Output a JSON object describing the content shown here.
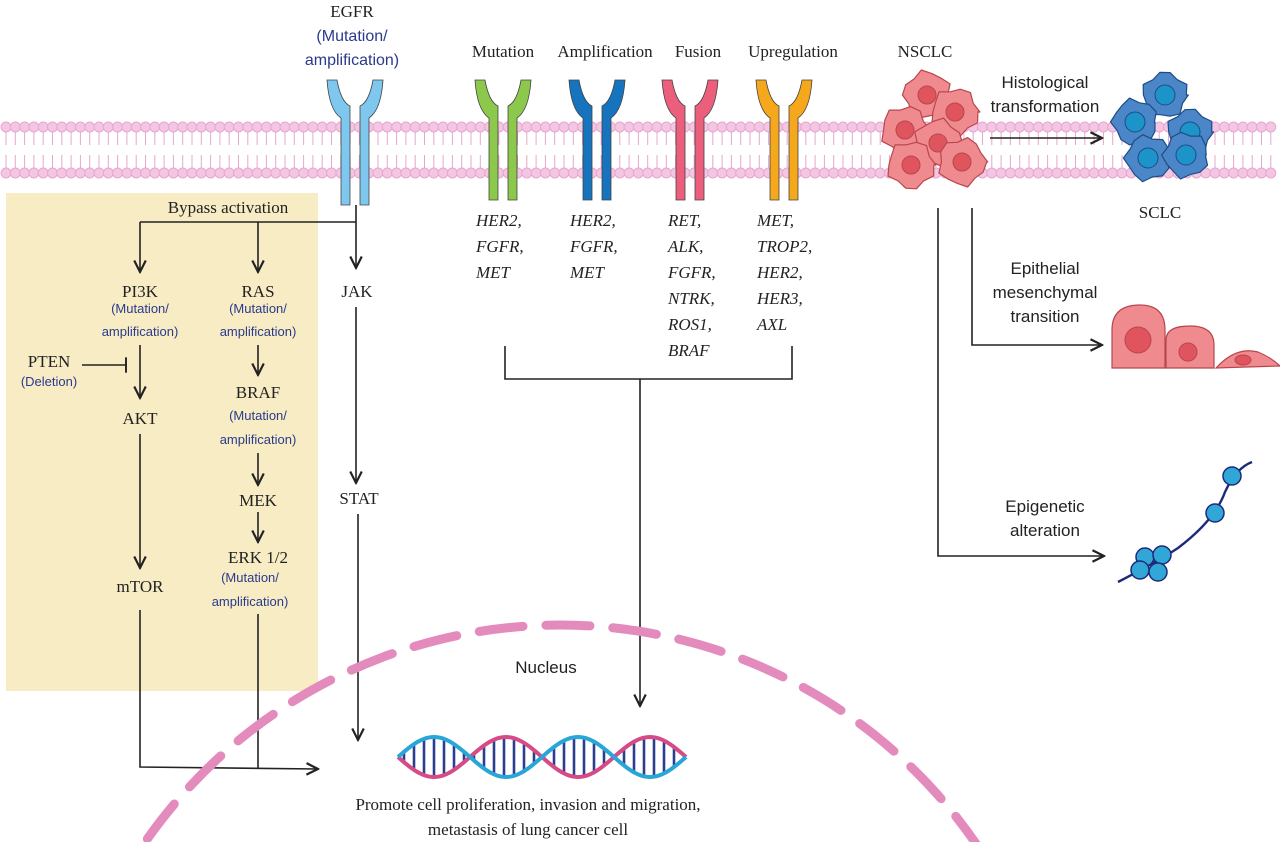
{
  "egfr": {
    "label": "EGFR",
    "note_line1": "(Mutation/",
    "note_line2": "amplification)"
  },
  "receptor_headers": [
    "Mutation",
    "Amplification",
    "Fusion",
    "Upregulation"
  ],
  "receptor_genes": {
    "mutation": [
      "HER2,",
      "FGFR,",
      "MET"
    ],
    "amplification": [
      "HER2,",
      "FGFR,",
      "MET"
    ],
    "fusion": [
      "RET,",
      "ALK,",
      "FGFR,",
      "NTRK,",
      "ROS1,",
      "BRAF"
    ],
    "upregulation": [
      "MET,",
      "TROP2,",
      "HER2,",
      "HER3,",
      "AXL"
    ]
  },
  "bypass": {
    "title": "Bypass activation",
    "pi3k": "PI3K",
    "pi3k_note1": "(Mutation/",
    "pi3k_note2": "amplification)",
    "ras": "RAS",
    "ras_note1": "(Mutation/",
    "ras_note2": "amplification)",
    "pten": "PTEN",
    "pten_note": "(Deletion)",
    "akt": "AKT",
    "braf": "BRAF",
    "braf_note1": "(Mutation/",
    "braf_note2": "amplification)",
    "mek": "MEK",
    "erk": "ERK 1/2",
    "erk_note1": "(Mutation/",
    "erk_note2": "amplification)",
    "mtor": "mTOR"
  },
  "jak_stat": {
    "jak": "JAK",
    "stat": "STAT"
  },
  "nucleus": {
    "label": "Nucleus",
    "outcome_line1": "Promote cell proliferation, invasion and migration,",
    "outcome_line2": "metastasis of lung cancer cell"
  },
  "transformation": {
    "nsclc": "NSCLC",
    "histo_line1": "Histological",
    "histo_line2": "transformation",
    "sclc": "SCLC",
    "emt_line1": "Epithelial",
    "emt_line2": "mesenchymal",
    "emt_line3": "transition",
    "epi_line1": "Epigenetic",
    "epi_line2": "alteration"
  },
  "colors": {
    "membrane": "#e8a6cf",
    "membrane_head": "#f3c6e2",
    "egfr": "#7ec7ef",
    "mutation": "#8cc84b",
    "amplification": "#1574bd",
    "fusion": "#ec5f7c",
    "upregulation": "#f5a81c",
    "bypass_panel": "#f7ecc4",
    "nsclc_cell": "#ef8a8f",
    "sclc_cell": "#4b86c8",
    "dna_red": "#d64b86",
    "dna_blue": "#29a6d8",
    "nucleus_dash": "#e48bbd"
  }
}
